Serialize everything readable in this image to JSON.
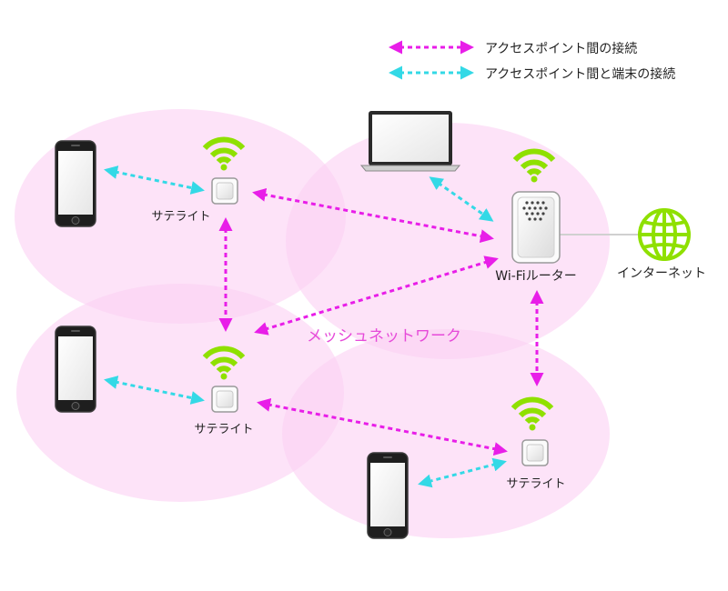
{
  "legend": {
    "items": [
      {
        "label": "アクセスポイント間の接続",
        "color": "#e81ee8"
      },
      {
        "label": "アクセスポイント間と端末の接続",
        "color": "#33d9e6"
      }
    ]
  },
  "diagram": {
    "title": "メッシュネットワーク",
    "router_label": "Wi-Fiルーター",
    "internet_label": "インターネット",
    "satellite_top_left_label": "サテライト",
    "satellite_mid_left_label": "サテライト",
    "satellite_bottom_right_label": "サテライト"
  },
  "colors": {
    "coverage": "#fbd2f4",
    "wifi": "#8fe000",
    "globe": "#8fe000",
    "ap_link": "#e81ee8",
    "device_link": "#33d9e6",
    "title": "#e64ad9"
  },
  "icons": {
    "wifi": "wifi-icon",
    "globe": "globe-icon",
    "router": "router-icon",
    "satellite": "satellite-icon",
    "phone": "smartphone-icon",
    "laptop": "laptop-icon"
  }
}
